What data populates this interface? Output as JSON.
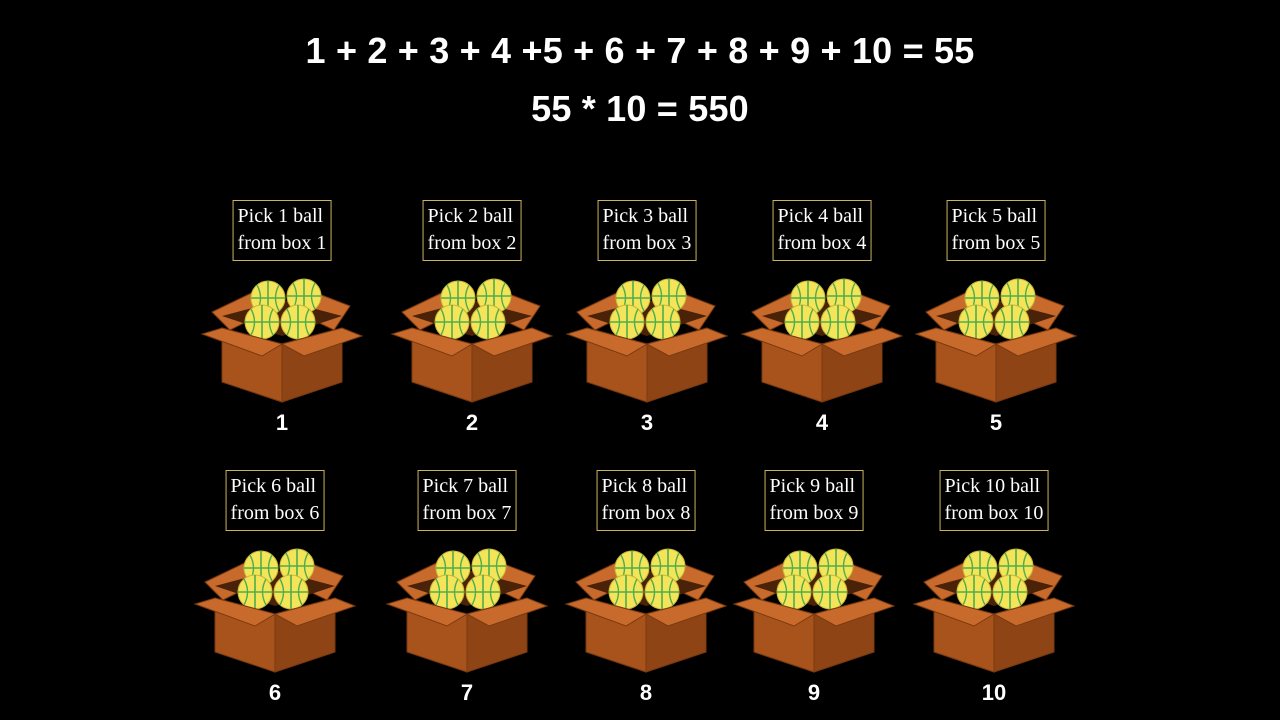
{
  "equations": {
    "sum": "1 + 2 + 3 + 4 +5 + 6 + 7 + 8 + 9 + 10 = 55",
    "product": "55 * 10 = 550"
  },
  "colors": {
    "background": "#000000",
    "text": "#ffffff",
    "label_border": "#c9b45c",
    "box_front": "#a8531c",
    "box_side": "#8e4414",
    "box_flap_light": "#c86a2c",
    "box_flap_dark": "#7a3a10",
    "box_inside": "#4a2208",
    "ball_fill": "#f3e45a",
    "ball_seam": "#4fae4c"
  },
  "icons": {
    "box": "cardboard-box-icon",
    "ball": "yellow-ball-icon"
  },
  "boxes": [
    {
      "line1": "Pick 1 ball",
      "line2": "from box 1",
      "number": "1"
    },
    {
      "line1": "Pick 2 ball",
      "line2": "from box 2",
      "number": "2"
    },
    {
      "line1": "Pick 3 ball",
      "line2": "from box 3",
      "number": "3"
    },
    {
      "line1": "Pick 4 ball",
      "line2": "from box 4",
      "number": "4"
    },
    {
      "line1": "Pick 5 ball",
      "line2": "from box 5",
      "number": "5"
    },
    {
      "line1": "Pick 6 ball",
      "line2": "from box 6",
      "number": "6"
    },
    {
      "line1": "Pick 7 ball",
      "line2": "from box 7",
      "number": "7"
    },
    {
      "line1": "Pick 8 ball",
      "line2": "from box 8",
      "number": "8"
    },
    {
      "line1": "Pick 9 ball",
      "line2": "from box 9",
      "number": "9"
    },
    {
      "line1": "Pick 10 ball",
      "line2": "from box 10",
      "number": "10"
    }
  ]
}
